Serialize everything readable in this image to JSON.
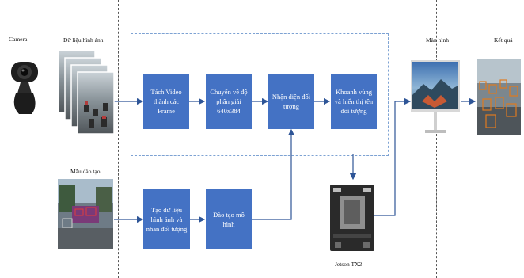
{
  "labels": {
    "camera": "Camera",
    "input_data": "Dữ liệu hình ảnh",
    "training_sample": "Mẫu đào tạo",
    "monitor": "Màn hình",
    "result": "Kết quả",
    "jetson": "Jetson TX2"
  },
  "blocks": {
    "split_video": "Tách Video thành các Frame",
    "resize": "Chuyển về độ phân giải 640x384",
    "detect": "Nhận diện đối tượng",
    "bbox": "Khoanh vùng và hiển thị tên đối tượng",
    "make_dataset": "Tạo dữ liệu hình ảnh và nhãn đối tượng",
    "train": "Đào tạo mô hình"
  },
  "colors": {
    "block_fill": "#4472c4",
    "arrow": "#2e5597",
    "dashed_frame": "#7da2d3"
  },
  "icons": {
    "camera": "webcam-icon",
    "images": "image-stack-icon",
    "training": "training-image-icon",
    "board": "jetson-board-icon",
    "monitor": "monitor-icon",
    "result": "result-image-icon"
  }
}
